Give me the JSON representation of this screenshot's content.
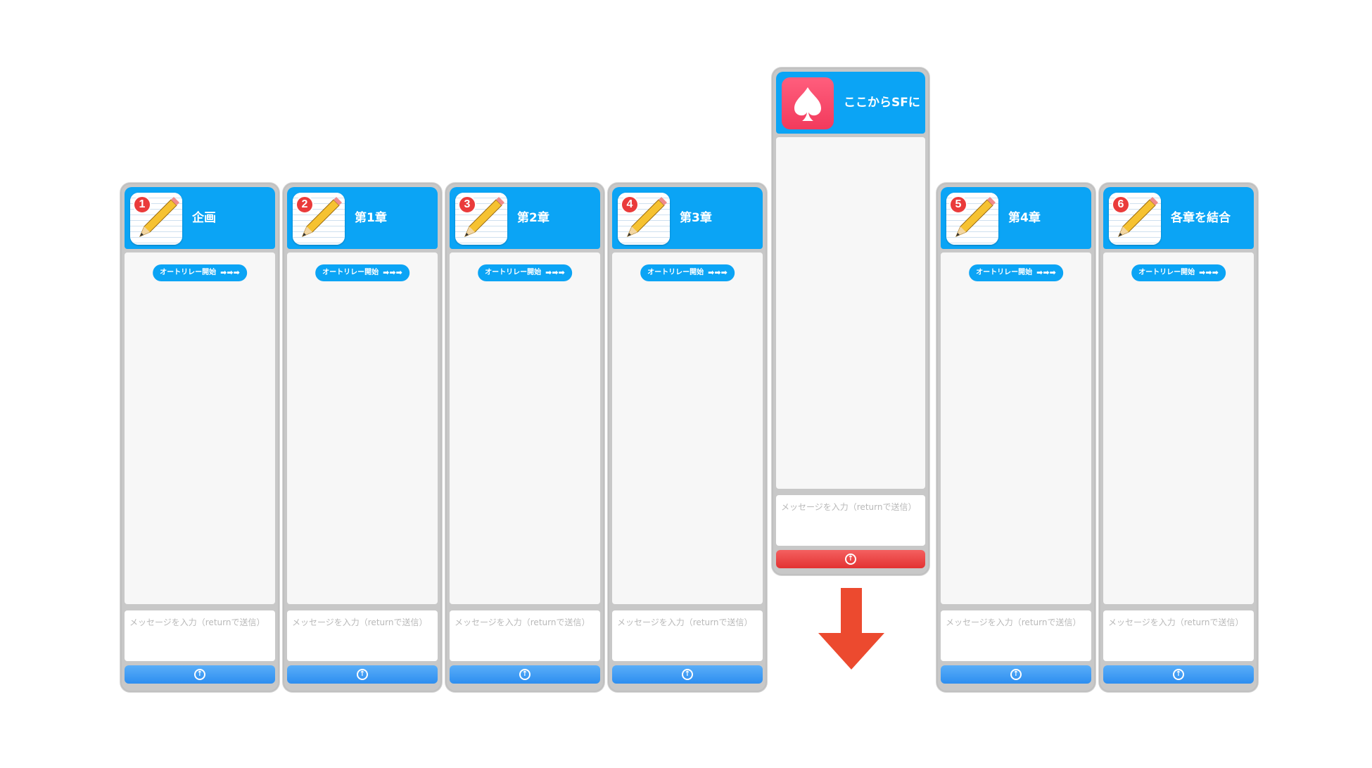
{
  "relay_button": {
    "label": "オートリレー開始",
    "arrows": "➡➡➡"
  },
  "input_placeholder": "メッセージを入力（returnで送信）",
  "send_icon": "arrow-up-circle-icon",
  "columns": [
    {
      "number": "1",
      "title": "企画",
      "icon": "pencil-notepad-icon"
    },
    {
      "number": "2",
      "title": "第1章",
      "icon": "pencil-notepad-icon"
    },
    {
      "number": "3",
      "title": "第2章",
      "icon": "pencil-notepad-icon"
    },
    {
      "number": "4",
      "title": "第3章",
      "icon": "pencil-notepad-icon"
    },
    {
      "number": "5",
      "title": "第4章",
      "icon": "pencil-notepad-icon"
    },
    {
      "number": "6",
      "title": "各章を結合",
      "icon": "pencil-notepad-icon"
    }
  ],
  "sf_column": {
    "title": "ここからSFに",
    "icon": "spade-icon"
  },
  "colors": {
    "header_blue": "#0ba4f5",
    "send_blue": "#2d8ef0",
    "send_red": "#e33232",
    "down_arrow": "#ec4a2f",
    "spade_pink": "#f23a5c"
  },
  "flow_arrow": "down-arrow-icon"
}
